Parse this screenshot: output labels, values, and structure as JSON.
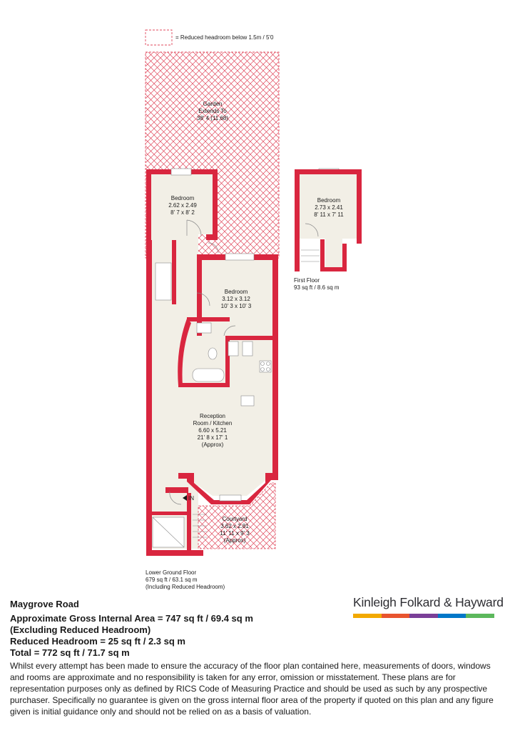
{
  "legend": {
    "text": "= Reduced headroom below 1.5m / 5'0"
  },
  "garden": {
    "line1": "Garden",
    "line2": "Extends To",
    "line3": "38' 4 (11.68)"
  },
  "lower_bedroom": {
    "name": "Bedroom",
    "metric": "2.62 x 2.49",
    "imperial": "8' 7 x 8' 2"
  },
  "middle_bedroom": {
    "name": "Bedroom",
    "metric": "3.12 x 3.12",
    "imperial": "10' 3 x 10' 3"
  },
  "reception": {
    "line1": "Reception",
    "line2": "Room / Kitchen",
    "metric": "6.60 x 5.21",
    "imperial": "21' 8 x 17' 1",
    "note": "(Approx)"
  },
  "courtyard": {
    "name": "Courtyard",
    "metric": "3.62 x 2.81",
    "imperial": "11' 11 x 9' 3",
    "note": "(Approx)"
  },
  "entrance": {
    "label": "IN"
  },
  "first_floor_bedroom": {
    "name": "Bedroom",
    "metric": "2.73 x 2.41",
    "imperial": "8' 11 x 7' 11"
  },
  "first_floor": {
    "title": "First Floor",
    "area": "93 sq ft / 8.6 sq m"
  },
  "lower_ground_floor": {
    "title": "Lower Ground Floor",
    "area": "679 sq ft / 63.1 sq m",
    "note": "(Including Reduced Headroom)"
  },
  "info": {
    "street": "Maygrove Road",
    "gross_area": "Approximate Gross Internal Area = 747 sq ft / 69.4 sq m",
    "excluding": "(Excluding Reduced Headroom)",
    "reduced": "Reduced Headroom = 25 sq ft / 2.3 sq m",
    "total": "Total = 772 sq ft / 71.7 sq m",
    "disclaimer": "Whilst every attempt has been made to ensure the accuracy of the floor plan contained here, measurements of doors, windows and rooms are approximate and no responsibility is taken for any error, omission or misstatement. These plans are for representation purposes only as defined by RICS Code of Measuring Practice and should be used as such by any prospective purchaser. Specifically no guarantee is given on the gross internal floor area of the property if quoted on this plan and any figure given is initial guidance only and should not be relied on as a basis of valuation."
  },
  "brand": {
    "name": "Kinleigh Folkard & Hayward",
    "bar_colors": [
      "#f2a900",
      "#e8542f",
      "#7a3f98",
      "#0077c8",
      "#5cb85c"
    ]
  },
  "colors": {
    "wall": "#d9263f",
    "floor": "#f2efe6",
    "hatch": "#e0485c",
    "text": "#1a1a1a"
  }
}
